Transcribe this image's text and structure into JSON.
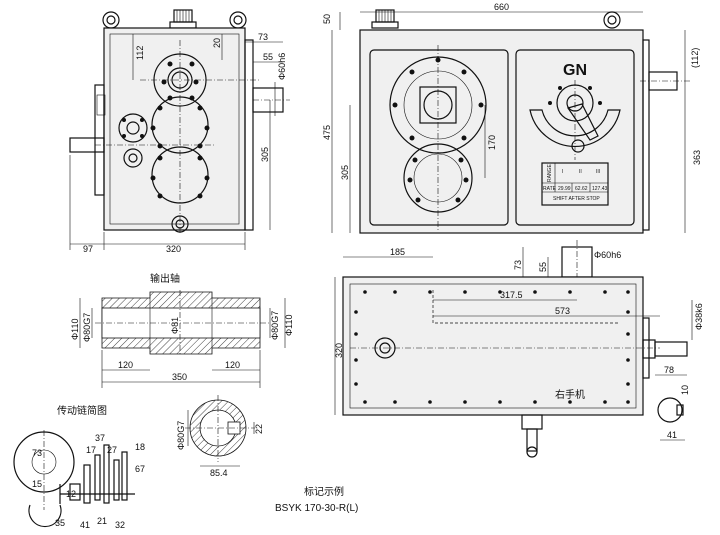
{
  "front_view": {
    "dims": {
      "top_112": "112",
      "top_20": "20",
      "top_73": "73",
      "top_55": "55",
      "shaft_dia": "Φ60h6",
      "height_305": "305",
      "width_320": "320",
      "shaft_97": "97"
    }
  },
  "side_view": {
    "dims": {
      "width_660": "660",
      "top_50": "50",
      "height_475": "475",
      "height_305": "305",
      "center_170": "170",
      "height_363": "363",
      "side_112": "(112)"
    },
    "brand": "GN",
    "plate": {
      "header": [
        "RANGE",
        "I",
        "II",
        "III"
      ],
      "rate_label": "RATE",
      "rates": [
        "29.99",
        "62.62",
        "127.43"
      ],
      "footer": "SHIFT AFTER STOP"
    }
  },
  "output_shaft": {
    "title": "输出轴",
    "dims": {
      "d110_left": "Φ110",
      "d80_left": "Φ80G7",
      "d81": "Φ81",
      "d80_right": "Φ80G7",
      "d110_right": "Φ110",
      "len_120_left": "120",
      "len_350": "350",
      "len_120_right": "120"
    }
  },
  "shaft_section": {
    "dims": {
      "bore": "Φ80G7",
      "key": "22",
      "depth": "85.4"
    }
  },
  "top_view": {
    "dims": {
      "d185": "185",
      "d73": "73",
      "d55": "55",
      "shaft_dia": "Φ60h6",
      "d317": "317.5",
      "d573": "573",
      "d320": "320",
      "d78": "78",
      "d38": "Φ38k6",
      "d10": "10",
      "d41": "41"
    },
    "caption": "右手机"
  },
  "chain_diagram": {
    "title": "传动链简图",
    "numbers": [
      "73",
      "17",
      "37",
      "27",
      "18",
      "67",
      "15",
      "12",
      "35",
      "41",
      "21",
      "32"
    ]
  },
  "marking": {
    "title": "标记示例",
    "code": "BSYK 170-30-R(L)"
  }
}
